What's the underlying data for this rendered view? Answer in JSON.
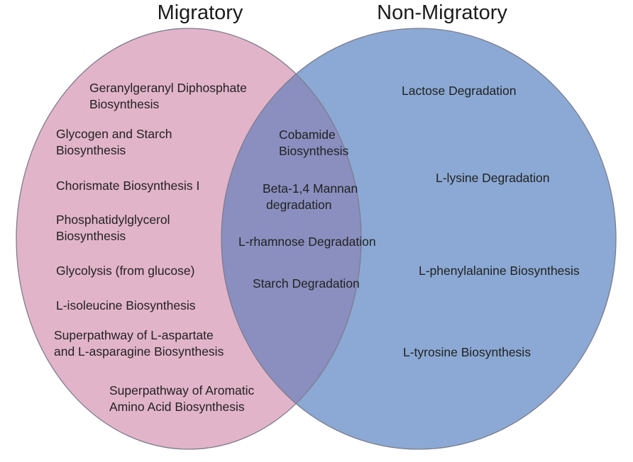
{
  "colors": {
    "migratory_fill": "#e2b4ca",
    "non_migratory_fill": "#8ba9d4",
    "overlap_fill": "#8a8fbf",
    "outline": "#7d7d8c",
    "text": "#222222"
  },
  "venn": {
    "sets": [
      {
        "id": "migratory",
        "title": "Migratory"
      },
      {
        "id": "non_migratory",
        "title": "Non-Migratory"
      }
    ],
    "migratory_only": [
      [
        "Geranylgeranyl Diphosphate",
        "Biosynthesis"
      ],
      [
        "Glycogen and Starch",
        "Biosynthesis"
      ],
      [
        "Chorismate Biosynthesis I"
      ],
      [
        "Phosphatidylglycerol",
        "Biosynthesis"
      ],
      [
        "Glycolysis (from glucose)"
      ],
      [
        "L-isoleucine Biosynthesis"
      ],
      [
        "Superpathway of L-aspartate",
        "and L-asparagine Biosynthesis"
      ],
      [
        "Superpathway of Aromatic",
        "Amino Acid Biosynthesis"
      ]
    ],
    "shared": [
      [
        "Cobamide",
        "Biosynthesis"
      ],
      [
        "Beta-1,4 Mannan",
        "degradation"
      ],
      [
        "L-rhamnose Degradation"
      ],
      [
        "Starch Degradation"
      ]
    ],
    "non_migratory_only": [
      [
        "Lactose Degradation"
      ],
      [
        "L-lysine Degradation"
      ],
      [
        "L-phenylalanine Biosynthesis"
      ],
      [
        "L-tyrosine Biosynthesis"
      ]
    ]
  }
}
